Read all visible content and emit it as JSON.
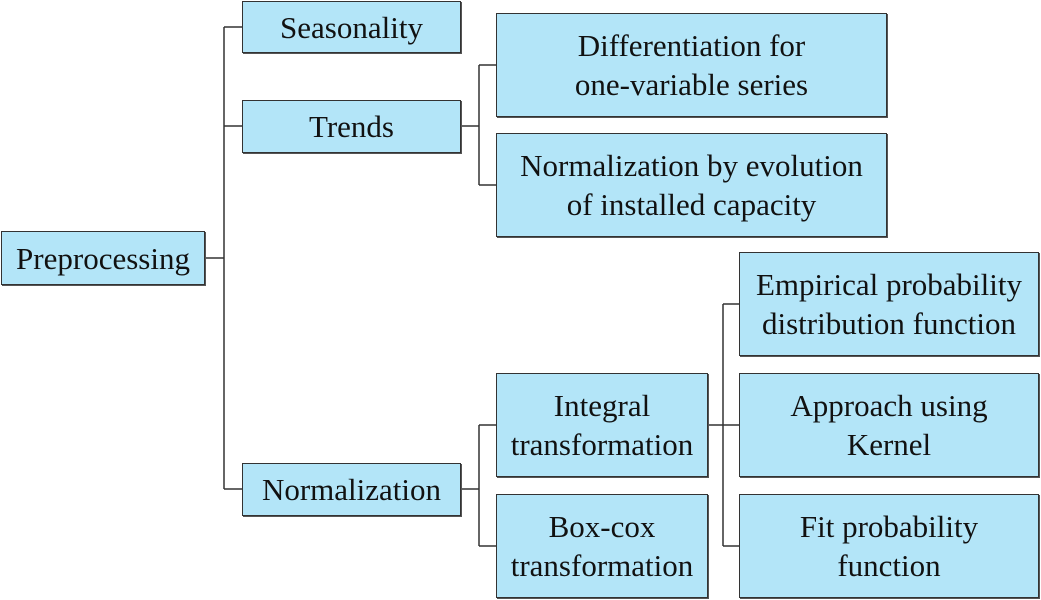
{
  "colors": {
    "node_fill": "#b3e5f8",
    "node_border": "#333333",
    "connector": "#333333",
    "text": "#111111"
  },
  "nodes": {
    "preprocessing": "Preprocessing",
    "seasonality": "Seasonality",
    "trends": "Trends",
    "normalization": "Normalization",
    "differentiation": [
      "Differentiation for",
      "one-variable series"
    ],
    "normalization_by_evolution": [
      "Normalization by evolution",
      "of installed capacity"
    ],
    "integral_transformation": [
      "Integral",
      "transformation"
    ],
    "box_cox_transformation": [
      "Box-cox",
      "transformation"
    ],
    "empirical_probability": [
      "Empirical probability",
      "distribution function"
    ],
    "approach_kernel": [
      "Approach using",
      "Kernel"
    ],
    "fit_probability": [
      "Fit probability",
      "function"
    ]
  }
}
